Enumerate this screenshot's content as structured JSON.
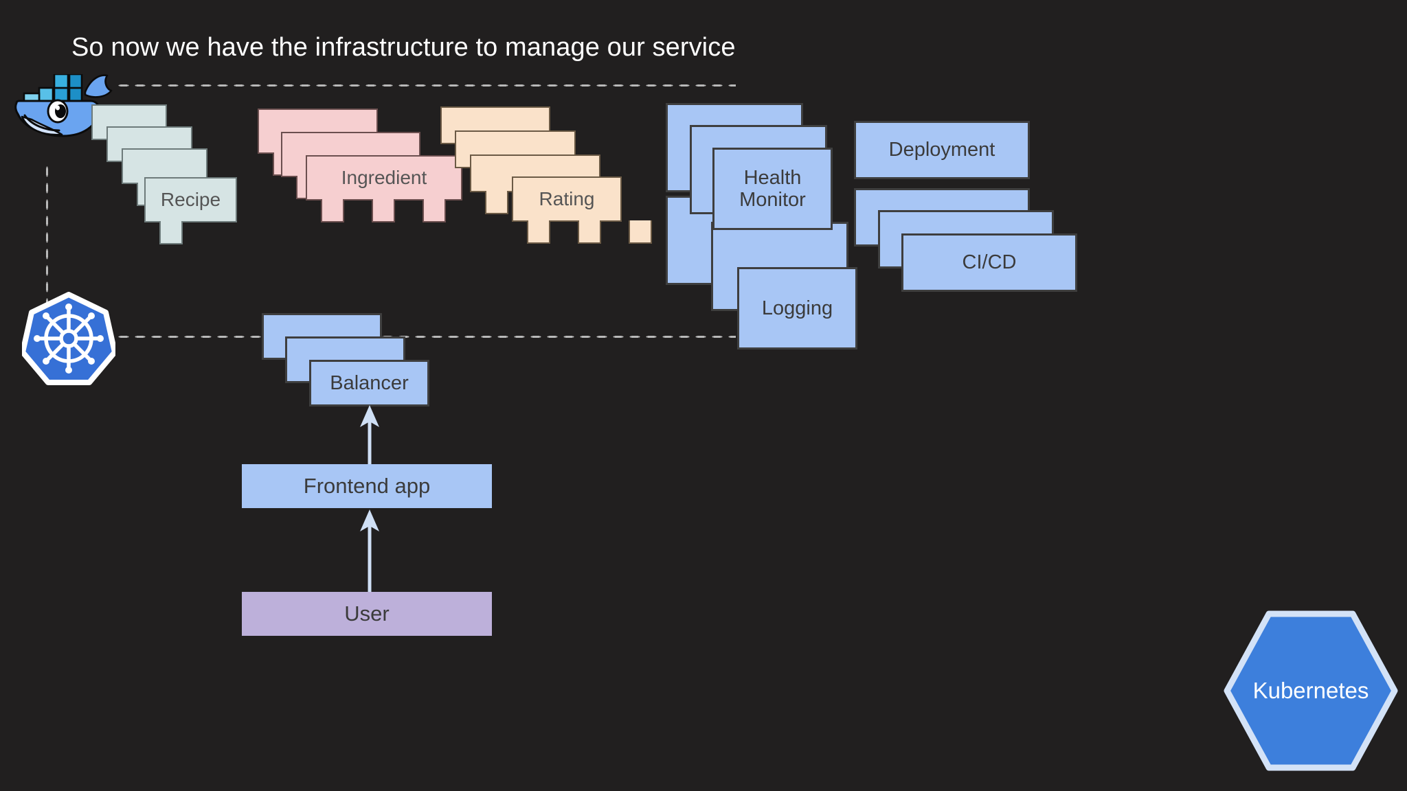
{
  "slide": {
    "title": "So now we have the infrastructure to manage our service",
    "background_color": "#211f1f"
  },
  "colors": {
    "box_blue": "#a8c6f5",
    "box_blue_border": "#3e3e3e",
    "box_purple": "#bdb0da",
    "stack_teal": "#d6e4e4",
    "stack_pink": "#f6cfd0",
    "stack_peach": "#fae2ca",
    "docker_blue": "#2496ed",
    "kubernetes_blue": "#3670d6",
    "hex_blue": "#3d7fdc",
    "hex_border": "#d3e2f7",
    "arrow": "#cfdff5",
    "dotted_line": "#b9b9b9",
    "title_text": "#ffffff",
    "box_text": "#3b3b3b",
    "stack_text": "#555555"
  },
  "logos": [
    {
      "name": "docker-logo",
      "alt": "Docker whale logo"
    },
    {
      "name": "kubernetes-logo",
      "alt": "Kubernetes helm logo"
    }
  ],
  "dotted_lines": [
    {
      "name": "docker-row-line",
      "orientation": "horizontal"
    },
    {
      "name": "docker-to-kubernetes-line",
      "orientation": "vertical"
    },
    {
      "name": "kubernetes-row-line",
      "orientation": "horizontal"
    }
  ],
  "service_stacks": [
    {
      "label": "Recipe",
      "palette": "teal",
      "depth": 4
    },
    {
      "label": "Ingredient",
      "palette": "pink",
      "depth": 3
    },
    {
      "label": "Rating",
      "palette": "peach",
      "depth": 4
    }
  ],
  "infra_stacks": [
    {
      "label": "Health Monitor",
      "depth": 3,
      "lines": [
        "Health",
        "Monitor"
      ]
    },
    {
      "label": "Logging",
      "depth": 3,
      "lines": [
        "Logging"
      ]
    },
    {
      "label": "CI/CD",
      "depth": 3,
      "lines": [
        "CI/CD"
      ]
    },
    {
      "label": "Balancer",
      "depth": 3,
      "lines": [
        "Balancer"
      ]
    }
  ],
  "single_boxes": [
    {
      "label": "Deployment",
      "style": "blue"
    },
    {
      "label": "Frontend app",
      "style": "blue-noborder"
    },
    {
      "label": "User",
      "style": "purple"
    }
  ],
  "arrows": [
    {
      "name": "arrow-frontend-to-balancer",
      "from": "Frontend app",
      "to": "Balancer"
    },
    {
      "name": "arrow-user-to-frontend",
      "from": "User",
      "to": "Frontend app"
    }
  ],
  "hexagon": {
    "label": "Kubernetes"
  },
  "labels": {
    "recipe": "Recipe",
    "ingredient": "Ingredient",
    "rating": "Rating",
    "health_monitor_line1": "Health",
    "health_monitor_line2": "Monitor",
    "logging": "Logging",
    "deployment": "Deployment",
    "cicd": "CI/CD",
    "balancer": "Balancer",
    "frontend_app": "Frontend app",
    "user": "User",
    "kubernetes": "Kubernetes"
  }
}
